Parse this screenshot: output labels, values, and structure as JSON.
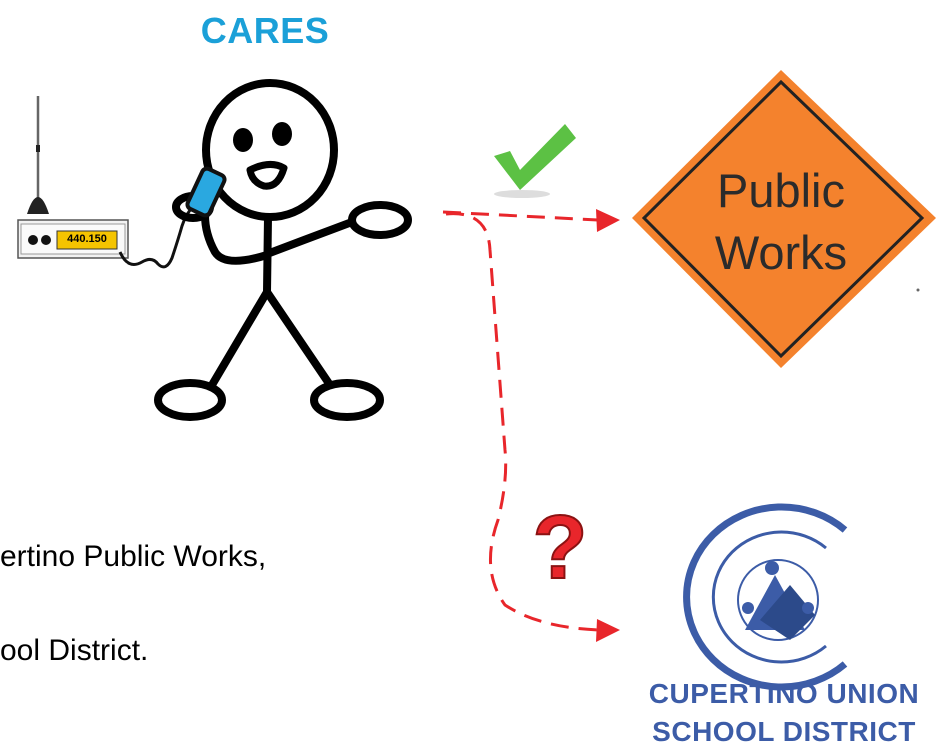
{
  "title": "CARES",
  "radio": {
    "frequency": "440.150"
  },
  "sign": {
    "line1": "Public",
    "line2": "Works"
  },
  "logo": {
    "line1": "CUPERTINO UNION",
    "line2": "SCHOOL DISTRICT"
  },
  "text": {
    "line1": "ertino Public Works,",
    "line2": "ool District."
  },
  "colors": {
    "title": "#1ba0d8",
    "arrow": "#e8262b",
    "check": "#5cc144",
    "question": "#e8262b",
    "sign_fill": "#f4822d",
    "logo_blue": "#3c5ca7",
    "radio_display": "#f5c400",
    "phone": "#2aa8e0"
  },
  "icons": [
    "antenna-icon",
    "radio-icon",
    "phone-icon",
    "checkmark-icon",
    "question-mark-icon",
    "logo-c-icon"
  ]
}
